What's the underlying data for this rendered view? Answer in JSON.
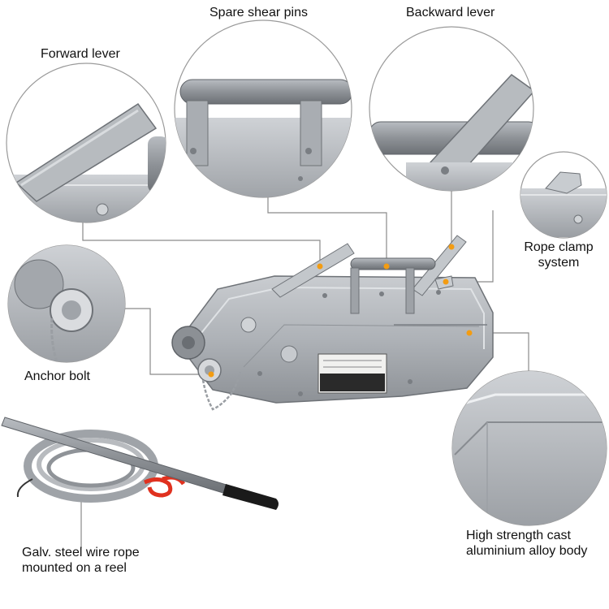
{
  "colors": {
    "background": "#ffffff",
    "body_metal": "#b4b7bb",
    "body_dark": "#7f8388",
    "leader_line": "#8a8a8a",
    "marker": "#f39c12",
    "hook": "#e0311f",
    "handle_grip": "#1a1a1a"
  },
  "labels": {
    "spare_shear_pins": "Spare shear pins",
    "backward_lever": "Backward lever",
    "forward_lever": "Forward lever",
    "rope_clamp_system": [
      "Rope clamp",
      "system"
    ],
    "anchor_bolt": "Anchor bolt",
    "wire_rope": [
      "Galv. steel wire rope",
      "mounted on a reel"
    ],
    "alloy_body": [
      "High strength cast",
      "aluminium alloy body"
    ]
  }
}
